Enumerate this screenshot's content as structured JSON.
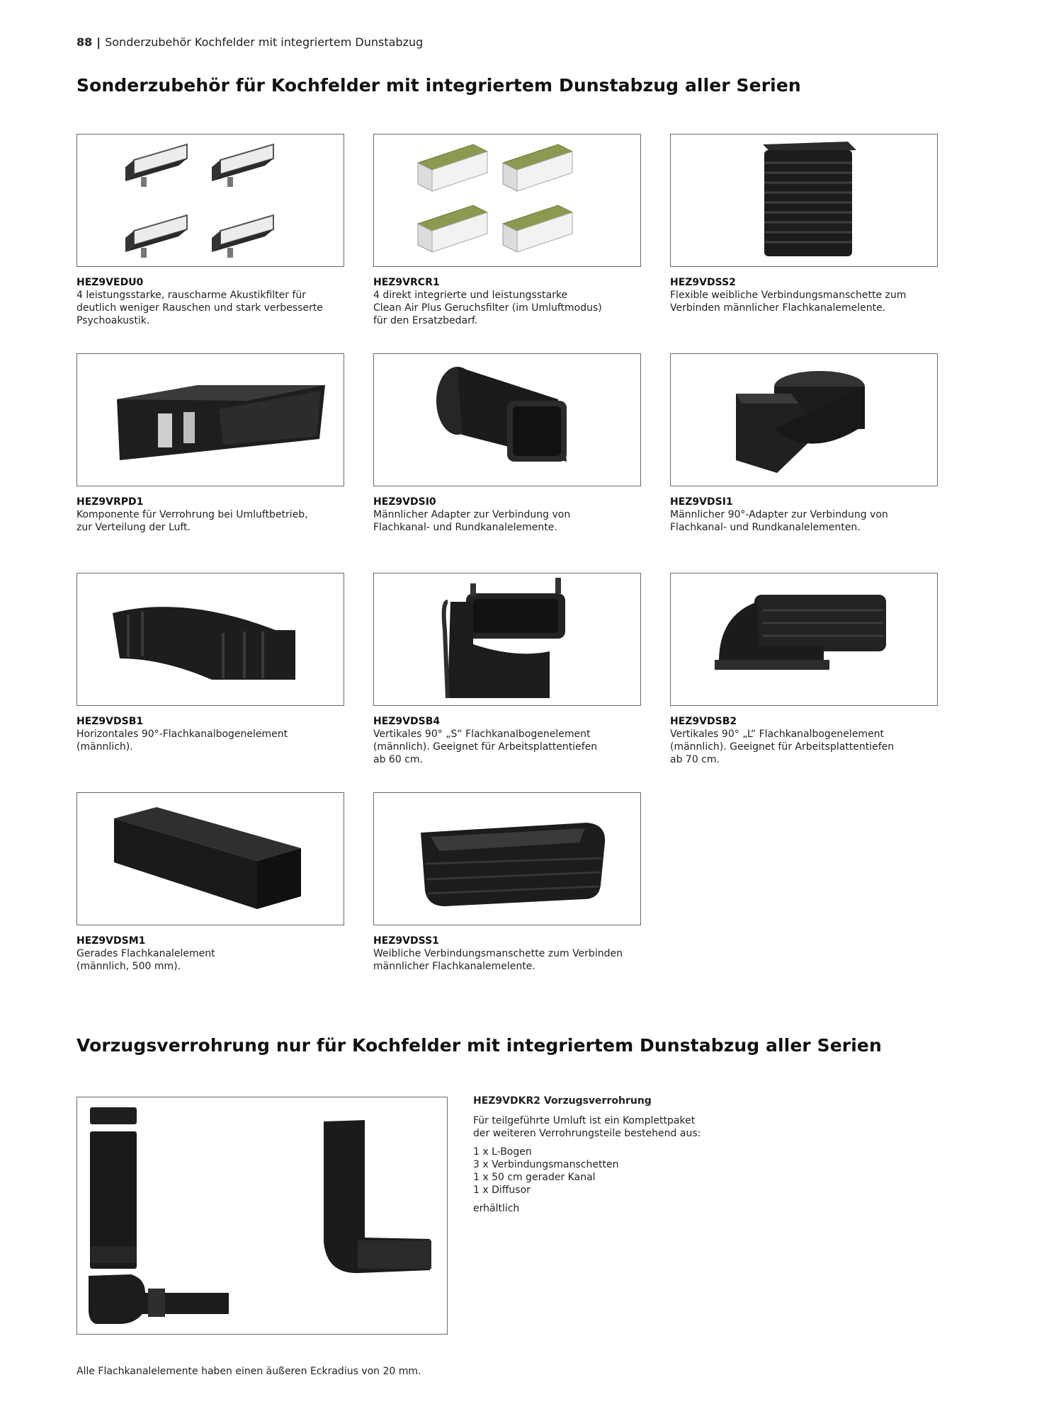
{
  "header": {
    "page_number": "88",
    "title": "Sonderzubehör Kochfelder mit integriertem Dunstabzug"
  },
  "section1_title": "Sonderzubehör für Kochfelder mit integriertem Dunstabzug aller Serien",
  "products": [
    {
      "code": "HEZ9VEDU0",
      "desc": "4 leistungsstarke, rauscharme Akustikfilter für\ndeutlich weniger Rauschen und stark verbesserte\nPsychoakustik.",
      "icon": "acoustic-filter-icon"
    },
    {
      "code": "HEZ9VRCR1",
      "desc": "4 direkt integrierte und leistungsstarke\nClean Air Plus Geruchsfilter (im Umluftmodus)\nfür den Ersatzbedarf.",
      "icon": "odour-filter-icon"
    },
    {
      "code": "HEZ9VDSS2",
      "desc": "Flexible weibliche Verbindungsmanschette zum\nVerbinden männlicher Flachkanalemelente.",
      "icon": "flexible-sleeve-icon"
    },
    {
      "code": "HEZ9VRPD1",
      "desc": "Komponente für Verrohrung bei Umluftbetrieb,\nzur Verteilung der Luft.",
      "icon": "air-distributor-icon"
    },
    {
      "code": "HEZ9VDSI0",
      "desc": "Männlicher Adapter zur Verbindung von\nFlachkanal- und Rundkanalelemente.",
      "icon": "straight-adapter-icon"
    },
    {
      "code": "HEZ9VDSI1",
      "desc": "Männlicher 90°-Adapter zur Verbindung von\nFlachkanal- und Rundkanalelementen.",
      "icon": "angle-adapter-icon"
    },
    {
      "code": "HEZ9VDSB1",
      "desc": "Horizontales 90°-Flachkanalbogenelement\n(männlich).",
      "icon": "horizontal-bend-icon"
    },
    {
      "code": "HEZ9VDSB4",
      "desc": "Vertikales 90° „S“ Flachkanalbogenelement\n(männlich). Geeignet für Arbeitsplattentiefen\nab 60 cm.",
      "icon": "s-bend-icon"
    },
    {
      "code": "HEZ9VDSB2",
      "desc": "Vertikales 90° „L“ Flachkanalbogenelement\n(männlich). Geeignet für Arbeitsplattentiefen\nab 70 cm.",
      "icon": "l-bend-icon"
    },
    {
      "code": "HEZ9VDSM1",
      "desc": "Gerades Flachkanalelement\n(männlich, 500 mm).",
      "icon": "straight-duct-icon"
    },
    {
      "code": "HEZ9VDSS1",
      "desc": "Weibliche Verbindungsmanschette zum Verbinden\nmännlicher Flachkanalemelente.",
      "icon": "connecting-sleeve-icon"
    }
  ],
  "section2_title": "Vorzugsverrohrung nur für Kochfelder mit integriertem Dunstabzug aller Serien",
  "bundle": {
    "code": "HEZ9VDKR2 Vorzugsverrohrung",
    "intro": "Für teilgeführte Umluft ist ein Komplettpaket\nder weiteren Verrohrungsteile bestehend aus:",
    "items": [
      "1 x L-Bogen",
      "3 x Verbindungsmanschetten",
      "1 x 50 cm gerader Kanal",
      "1 x Diffusor"
    ],
    "availability": "erhältlich",
    "icon": "duct-kit-icon"
  },
  "footnote": "Alle Flachkanalelemente haben einen äußeren Eckradius von 20 mm."
}
